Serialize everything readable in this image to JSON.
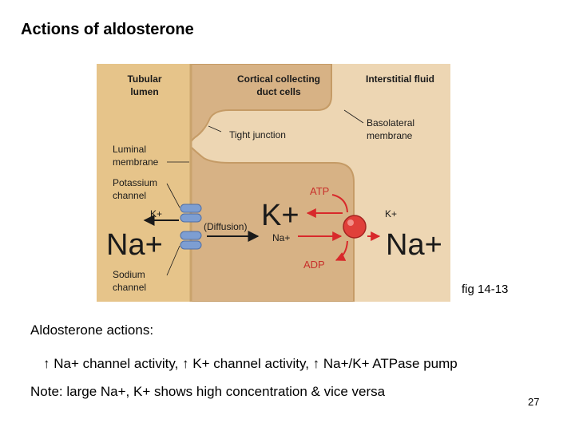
{
  "slide": {
    "title": "Actions of aldosterone",
    "fig_caption": "fig 14-13",
    "caption_heading": "Aldosterone actions:",
    "caption_detail": "↑ Na+ channel activity, ↑ K+ channel activity, ↑ Na+/K+ ATPase pump",
    "caption_note": "Note: large Na+, K+ shows high concentration & vice versa",
    "page_number": "27"
  },
  "diagram": {
    "region_tubular_lumen": [
      "Tubular",
      "lumen"
    ],
    "region_cells": [
      "Cortical collecting",
      "duct cells"
    ],
    "region_interstitial": "Interstitial fluid",
    "label_tight_junction": "Tight junction",
    "label_basolateral": [
      "Basolateral",
      "membrane"
    ],
    "label_luminal": [
      "Luminal",
      "membrane"
    ],
    "label_potassium_channel": [
      "Potassium",
      "channel"
    ],
    "label_sodium_channel": [
      "Sodium",
      "channel"
    ],
    "label_k_small_left": "K+",
    "label_na_large_left": "Na+",
    "label_diffusion": "(Diffusion)",
    "label_k_large_center": "K+",
    "label_na_small_center": "Na+",
    "label_atp": "ATP",
    "label_adp": "ADP",
    "label_k_small_right": "K+",
    "label_na_large_right": "Na+"
  },
  "colors": {
    "lumen_fill": "#e6c48a",
    "cell_fill": "#d7b285",
    "interstitial_fill": "#edd6b3",
    "channel_blue": "#7d9ed2",
    "pump_red": "#e0403a",
    "arrow_red": "#d8292b",
    "label_red": "#c8302b",
    "text_dark": "#1a1a1a"
  }
}
